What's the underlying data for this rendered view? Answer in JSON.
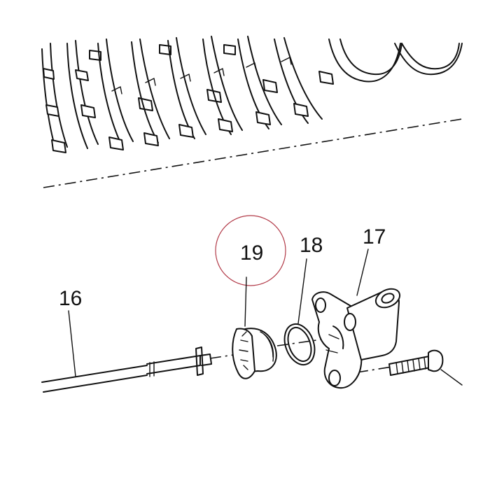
{
  "labels": {
    "part_16": "16",
    "part_17": "17",
    "part_18": "18",
    "part_19": "19"
  },
  "colors": {
    "line": "#111111",
    "highlight_circle": "#b23a48",
    "background": "#ffffff"
  }
}
